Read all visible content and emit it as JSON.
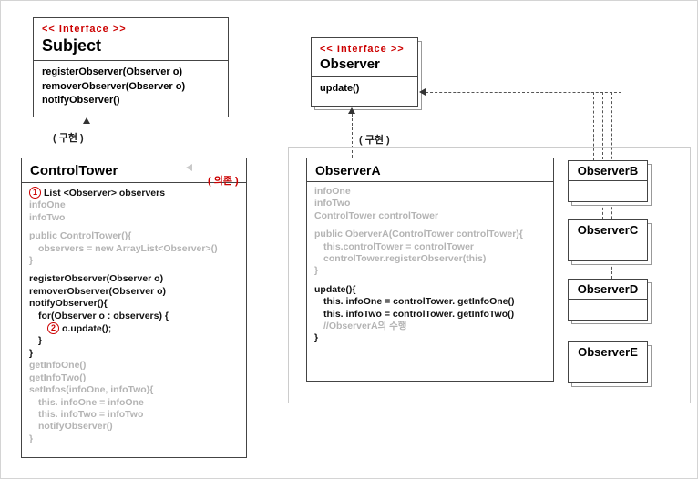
{
  "colors": {
    "accent_red": "#cc0000",
    "muted_code": "#b4b4b4",
    "box_border": "#444444",
    "light_border": "#cccccc",
    "dependency_gray": "#c9c9c9"
  },
  "relation_labels": {
    "implements_left": "( 구현 )",
    "implements_right": "( 구현 )",
    "depends": "( 의존 )"
  },
  "subject_box": {
    "stereotype": "<< Interface >>",
    "name": "Subject",
    "methods": [
      "registerObserver(Observer o)",
      "removerObserver(Observer o)",
      "notifyObserver()"
    ]
  },
  "observer_box": {
    "stereotype": "<< Interface >>",
    "name": "Observer",
    "methods": [
      "update()"
    ]
  },
  "control_tower": {
    "name": "ControlTower",
    "lines": [
      {
        "badge": "1",
        "text": "List <Observer> observers",
        "style": "active",
        "indent": 0
      },
      {
        "text": "infoOne",
        "style": "muted",
        "indent": 0
      },
      {
        "text": "infoTwo",
        "style": "muted",
        "indent": 0
      },
      {
        "text": "",
        "style": "blank"
      },
      {
        "text": "public ControlTower(){",
        "style": "muted",
        "indent": 0
      },
      {
        "text": "observers = new ArrayList<Observer>()",
        "style": "muted",
        "indent": 1
      },
      {
        "text": "}",
        "style": "muted",
        "indent": 0
      },
      {
        "text": "",
        "style": "blank"
      },
      {
        "text": "registerObserver(Observer o)",
        "style": "active",
        "indent": 0
      },
      {
        "text": "removerObserver(Observer o)",
        "style": "active",
        "indent": 0
      },
      {
        "text": "notifyObserver(){",
        "style": "active",
        "indent": 0
      },
      {
        "text": "for(Observer o : observers) {",
        "style": "active",
        "indent": 1
      },
      {
        "badge": "2",
        "text": "o.update();",
        "style": "active",
        "indent": 2
      },
      {
        "text": "}",
        "style": "active",
        "indent": 1
      },
      {
        "text": "}",
        "style": "active",
        "indent": 0
      },
      {
        "text": "getInfoOne()",
        "style": "muted",
        "indent": 0
      },
      {
        "text": "getInfoTwo()",
        "style": "muted",
        "indent": 0
      },
      {
        "text": "setInfos(infoOne, infoTwo){",
        "style": "muted",
        "indent": 0
      },
      {
        "text": "this. infoOne = infoOne",
        "style": "muted",
        "indent": 1
      },
      {
        "text": "this. infoTwo = infoTwo",
        "style": "muted",
        "indent": 1
      },
      {
        "text": "notifyObserver()",
        "style": "muted",
        "indent": 1
      },
      {
        "text": "}",
        "style": "muted",
        "indent": 0
      }
    ]
  },
  "observer_a": {
    "name": "ObserverA",
    "lines": [
      {
        "text": "infoOne",
        "style": "muted",
        "indent": 0
      },
      {
        "text": "infoTwo",
        "style": "muted",
        "indent": 0
      },
      {
        "text": "ControlTower  controlTower",
        "style": "muted",
        "indent": 0
      },
      {
        "text": "",
        "style": "blank"
      },
      {
        "text": "public OberverA(ControlTower  controlTower){",
        "style": "muted",
        "indent": 0
      },
      {
        "text": "this.controlTower = controlTower",
        "style": "muted",
        "indent": 1
      },
      {
        "text": "controlTower.registerObserver(this)",
        "style": "muted",
        "indent": 1
      },
      {
        "text": "}",
        "style": "muted",
        "indent": 0
      },
      {
        "text": "",
        "style": "blank"
      },
      {
        "text": "update(){",
        "style": "active",
        "indent": 0
      },
      {
        "text": "this. infoOne = controlTower. getInfoOne()",
        "style": "active",
        "indent": 1
      },
      {
        "text": "this. infoTwo = controlTower. getInfoTwo()",
        "style": "active",
        "indent": 1
      },
      {
        "text": "//ObserverA의 수행",
        "style": "muted",
        "indent": 1
      },
      {
        "text": "}",
        "style": "active",
        "indent": 0
      }
    ]
  },
  "observer_classes": [
    {
      "name": "ObserverB"
    },
    {
      "name": "ObserverC"
    },
    {
      "name": "ObserverD"
    },
    {
      "name": "ObserverE"
    }
  ]
}
